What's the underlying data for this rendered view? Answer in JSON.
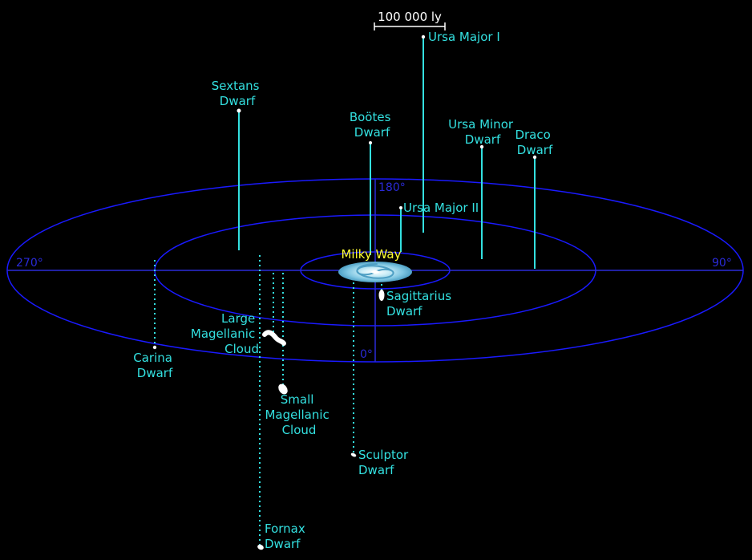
{
  "scale_bar": {
    "label": "100 000 ly"
  },
  "angles": {
    "a0": "0°",
    "a90": "90°",
    "a180": "180°",
    "a270": "270°"
  },
  "center": {
    "label": "Milky Way"
  },
  "galaxies": {
    "ursa_major_1": [
      "Ursa Major I"
    ],
    "sextans": [
      "Sextans",
      "Dwarf"
    ],
    "bootes": [
      "Boötes",
      "Dwarf"
    ],
    "ursa_minor": [
      "Ursa Minor",
      "Dwarf"
    ],
    "draco": [
      "Draco",
      "Dwarf"
    ],
    "ursa_major_2": [
      "Ursa Major II"
    ],
    "sagittarius": [
      "Sagittarius",
      "Dwarf"
    ],
    "lmc": [
      "Large",
      "Magellanic",
      "Cloud"
    ],
    "carina": [
      "Carina",
      "Dwarf"
    ],
    "smc": [
      "Small",
      "Magellanic",
      "Cloud"
    ],
    "sculptor": [
      "Sculptor",
      "Dwarf"
    ],
    "fornax": [
      "Fornax",
      "Dwarf"
    ]
  },
  "colors": {
    "ring": "#1a1aff",
    "axis": "#2a2ad8",
    "label": "#33e0e0",
    "center_label": "#ffff33",
    "stem": "#33e0e0",
    "marker": "#ffffff"
  }
}
